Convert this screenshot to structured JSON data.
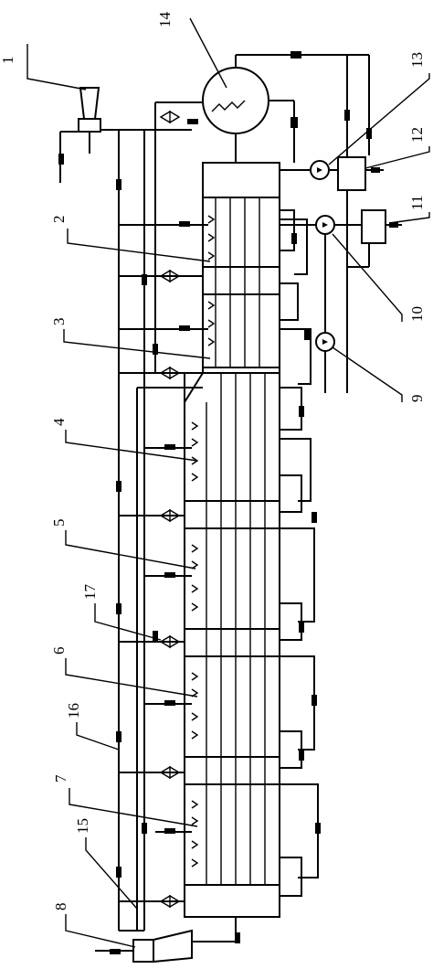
{
  "figure": {
    "labels": [
      "1",
      "2",
      "3",
      "4",
      "5",
      "6",
      "7",
      "8",
      "9",
      "10",
      "11",
      "12",
      "13",
      "14",
      "15",
      "16",
      "17"
    ]
  }
}
